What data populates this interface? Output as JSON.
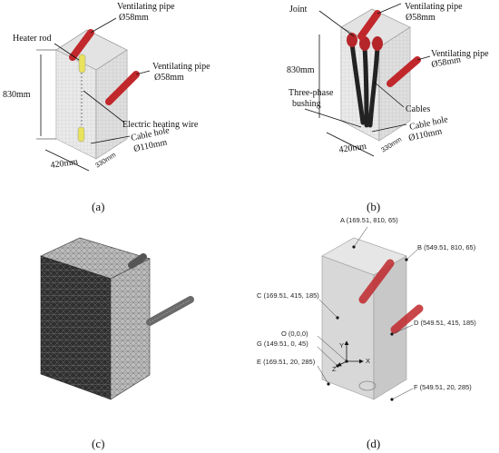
{
  "panels": {
    "a": {
      "caption": "(a)",
      "heater_rod": "Heater rod",
      "vent_pipe_1": {
        "line1": "Ventilating pipe",
        "line2": "Ø58mm"
      },
      "vent_pipe_2": {
        "line1": "Ventilating pipe",
        "line2": "Ø58mm"
      },
      "height": "830mm",
      "electric_wire": "Electric heating wire",
      "cable_hole": {
        "line1": "Cable hole",
        "line2": "Ø110mm"
      },
      "width": "420mm",
      "depth": "330mm"
    },
    "b": {
      "caption": "(b)",
      "joint": "Joint",
      "vent_pipe_1": {
        "line1": "Ventilating pipe",
        "line2": "Ø58mm"
      },
      "vent_pipe_2": {
        "line1": "Ventilating pipe",
        "line2": "Ø58mm"
      },
      "height": "830mm",
      "bushing": {
        "line1": "Three-phase",
        "line2": "bushing"
      },
      "cables": "Cables",
      "cable_hole": {
        "line1": "Cable hole",
        "line2": "Ø110mm"
      },
      "width": "420mm",
      "depth": "330mm"
    },
    "c": {
      "caption": "(c)"
    },
    "d": {
      "caption": "(d)",
      "points": {
        "A": "A (169.51, 810, 65)",
        "B": "B (549.51, 810, 65)",
        "C": "C (169.51, 415, 185)",
        "D": "D (549.51, 415, 185)",
        "O": "O (0,0,0)",
        "G": "G (149.51, 0, 45)",
        "E": "E (169.51, 20, 285)",
        "F": "F (549.51, 20, 285)"
      },
      "axes": {
        "y": "Y",
        "x": "X",
        "z": "Z"
      }
    }
  },
  "colors": {
    "box_fill": "#d6d6d6",
    "box_side": "#c2c2c2",
    "pipe": "#c0282c",
    "pipe_dark": "#7a1518",
    "heater": "#e6e060",
    "mesh": "#3a3a3a",
    "line": "#111111"
  }
}
